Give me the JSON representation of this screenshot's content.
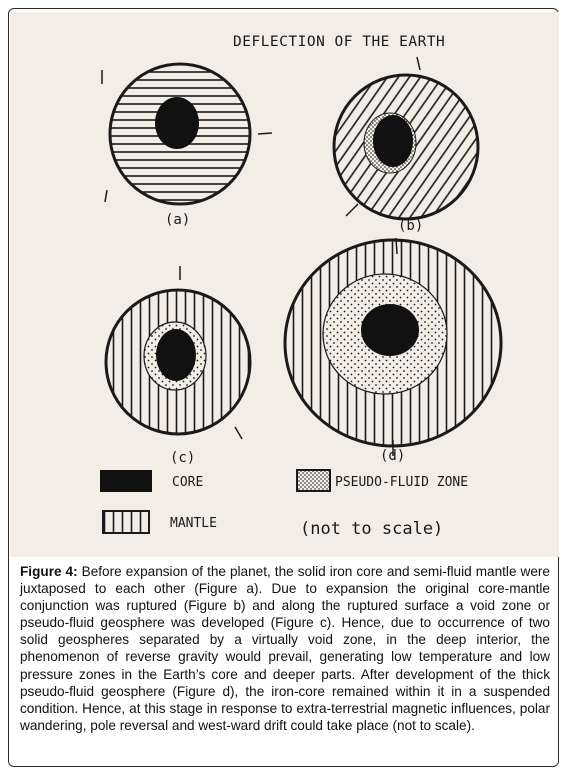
{
  "figure": {
    "title": "DEFLECTION OF THE EARTH",
    "panels": [
      {
        "id": "a",
        "label": "(a)"
      },
      {
        "id": "b",
        "label": "(b)"
      },
      {
        "id": "c",
        "label": "(c)"
      },
      {
        "id": "d",
        "label": "(d)"
      }
    ],
    "legend": {
      "core": "CORE",
      "mantle": "MANTLE",
      "pseudo_fluid": "PSEUDO-FLUID ZONE"
    },
    "scale_note": "(not to scale)"
  },
  "caption": {
    "label": "Figure 4:",
    "text": " Before expansion of the planet, the solid iron core and semi-fluid mantle were juxtaposed to each other (Figure a). Due to expansion the original core-mantle conjunction was ruptured (Figure b) and along the ruptured surface a void zone or pseudo-fluid geosphere was developed (Figure c). Hence, due to occurrence of two solid geospheres separated by a virtually void zone, in the deep interior, the phenomenon of reverse gravity would prevail, generating low temperature and low pressure zones in the Earth’s core and deeper parts. After development of the thick pseudo-fluid geosphere (Figure d), the iron-core remained within it in a suspended condition. Hence, at this stage in response to extra-terrestrial magnetic influences, polar wandering, pole reversal and west-ward drift could take place (not to scale)."
  }
}
